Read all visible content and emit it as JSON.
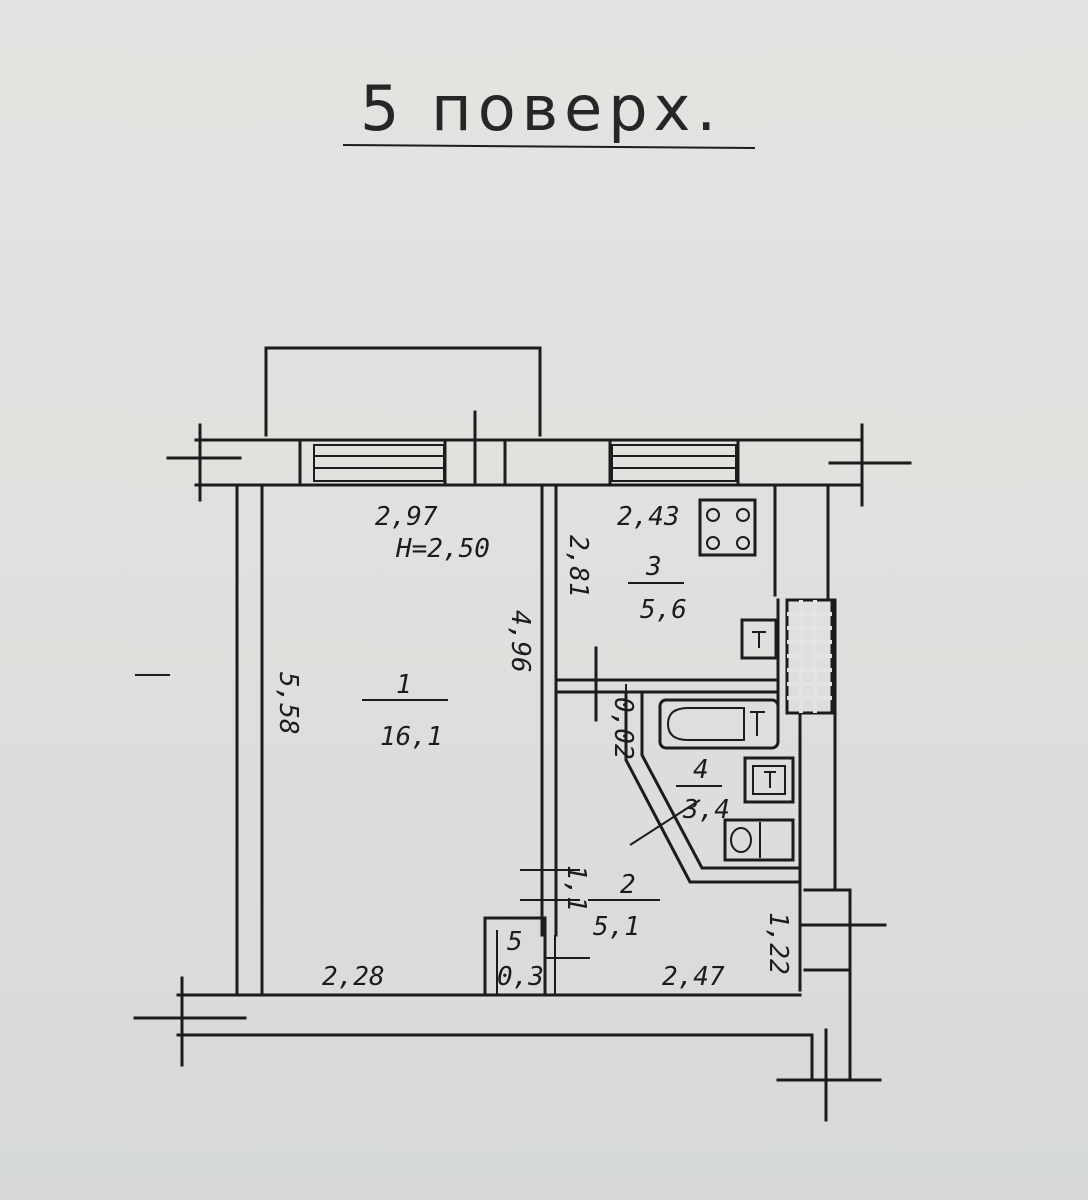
{
  "title": "5 поверх.",
  "rooms": {
    "r1": {
      "number": "1",
      "area": "16,1"
    },
    "r2": {
      "number": "2",
      "area": "5,1"
    },
    "r3": {
      "number": "3",
      "area": "5,6"
    },
    "r4": {
      "number": "4",
      "area": "3,4"
    },
    "r5": {
      "number": "5",
      "area": "0,3"
    }
  },
  "dimensions": {
    "d_297": "2,97",
    "d_243": "2,43",
    "ceiling_height": "H=2,50",
    "d_558": "5,58",
    "d_496": "4,96",
    "d_281": "2,81",
    "d_002": "0,02",
    "d_11": "1,1",
    "d_228": "2,28",
    "d_247": "2,47",
    "d_122": "1,22"
  }
}
